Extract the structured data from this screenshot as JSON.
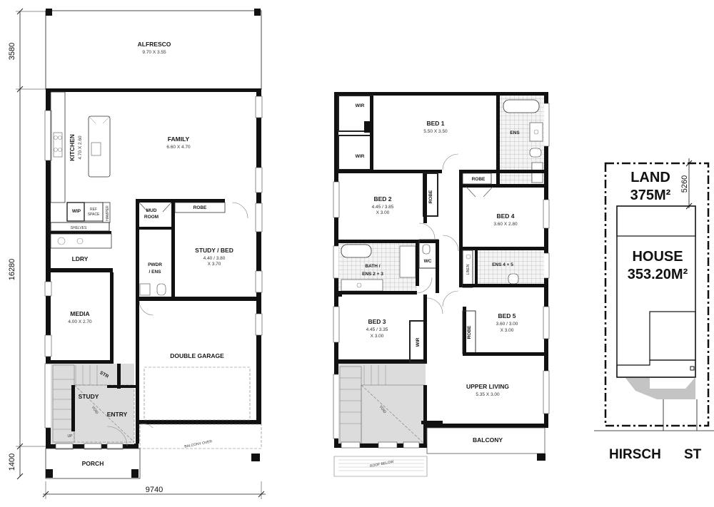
{
  "overall_dims": {
    "alfresco_depth": "3580",
    "house_depth": "16280",
    "porch_depth": "1400",
    "house_width": "9740"
  },
  "ground": {
    "alfresco": {
      "name": "ALFRESCO",
      "dims": "9.70 X 3.55"
    },
    "family": {
      "name": "FAMILY",
      "dims": "6.60 X 4.70"
    },
    "kitchen": {
      "name": "KITCHEN",
      "dims": "4.70 X 2.60"
    },
    "wip": "WIP",
    "ref_space_1": "REF",
    "ref_space_2": "SPACE",
    "hamper": "HAMPER",
    "shelves": "SHELVES",
    "mud_room_1": "MUD",
    "mud_room_2": "ROOM",
    "robe": "ROBE",
    "study_bed": {
      "name": "STUDY / BED",
      "dims1": "4.40 / 3.80",
      "dims2": "X 3.70"
    },
    "ldry": "LDRY",
    "pwdr_1": "PWDR",
    "pwdr_2": "/ ENS",
    "media": {
      "name": "MEDIA",
      "dims": "4.00 X 2.70"
    },
    "garage": "DOUBLE  GARAGE",
    "str": "STR",
    "study": "STUDY",
    "void": "VOID",
    "entry": "ENTRY",
    "up": "UP",
    "balcony_over": "BALCONY OVER",
    "porch": "PORCH"
  },
  "upper": {
    "wir_top": "WIR",
    "wir_mid": "WIR",
    "bed1": {
      "name": "BED 1",
      "dims": "5.50 X 3.50"
    },
    "ens": "ENS",
    "robe_top": "ROBE",
    "bed2": {
      "name": "BED 2",
      "dims1": "4.45 / 3.85",
      "dims2": "X 3.00"
    },
    "robe_bed2": "ROBE",
    "bed4": {
      "name": "BED 4",
      "dims": "3.60 X 2.80"
    },
    "bath_1": "BATH /",
    "bath_2": "ENS 2 + 3",
    "wc": "WC",
    "linen": "LINEN",
    "ens45": "ENS 4 + 5",
    "bed3": {
      "name": "BED 3",
      "dims1": "4.45 / 3.35",
      "dims2": "X 3.00"
    },
    "wir_bed3": "WIR",
    "robe_bed5": "ROBE",
    "bed5": {
      "name": "BED 5",
      "dims1": "3.60 / 3.00",
      "dims2": "X 3.00"
    },
    "upper_living": {
      "name": "UPPER LIVING",
      "dims": "5.35 X 3.00"
    },
    "void": "VOID",
    "balcony": "BALCONY",
    "roof_below": "ROOF BELOW"
  },
  "site": {
    "land_label": "LAND",
    "land_area": "375M²",
    "house_label": "HOUSE",
    "house_area": "353.20M²",
    "setback": "5260",
    "street_1": "HIRSCH",
    "street_2": "ST"
  }
}
